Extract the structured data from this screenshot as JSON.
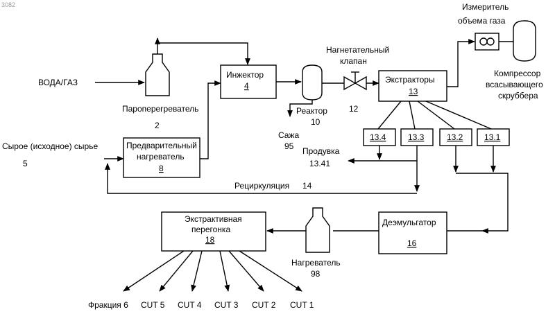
{
  "corner_code": "3082",
  "inputs": {
    "water_gas": "ВОДА/ГАЗ",
    "raw_feed": "Сырое  (исходное)  сырье",
    "raw_feed_num": "5"
  },
  "superheater": {
    "label": "Пароперегреватель",
    "num": "2"
  },
  "preheater": {
    "line1": "Предварительный",
    "line2": "нагреватель",
    "num": "8"
  },
  "injector": {
    "label": "Инжектор",
    "num": "4"
  },
  "reactor": {
    "label": "Реактор",
    "num": "10"
  },
  "soot": {
    "label": "Сажа",
    "num": "95"
  },
  "valve": {
    "line1": "Нагнетательный",
    "line2": "клапан",
    "num": "12"
  },
  "extractors": {
    "label": "Экстракторы",
    "num": "13"
  },
  "sub_extractors": [
    "13.4",
    "13.3",
    "13.2",
    "13.1"
  ],
  "purge": {
    "label": "Продувка",
    "num": "13.41"
  },
  "recirculation": {
    "label": "Рециркуляция",
    "num": "14"
  },
  "gas_meter": {
    "line1": "Измеритель",
    "line2": "объема  газа"
  },
  "compressor": {
    "line1": "Компрессор",
    "line2": "всасывающего",
    "line3": "скруббера"
  },
  "demulsifier": {
    "label": "Деэмульгатор",
    "num": "16"
  },
  "heater": {
    "label": "Нагреватель",
    "num": "98"
  },
  "distillation": {
    "line1": "Экстрактивная",
    "line2": "перегонка",
    "num": "18"
  },
  "outputs": [
    "Фракция 6",
    "CUT 5",
    "CUT 4",
    "CUT 3",
    "CUT 2",
    "CUT 1"
  ]
}
